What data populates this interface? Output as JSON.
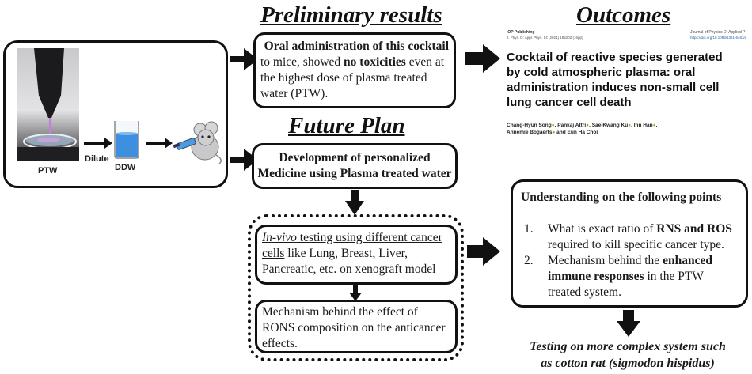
{
  "headings": {
    "preliminary": "Preliminary results",
    "future": "Future Plan",
    "outcomes": "Outcomes"
  },
  "left_panel": {
    "ptw_label": "PTW",
    "dilute_label": "Dilute",
    "ddw_label": "DDW"
  },
  "preliminary_box": {
    "line1_bold": "Oral administration of this cocktail",
    "line2_pre": "to mice, showed ",
    "line2_bold": "no toxicities",
    "line2_post": " even at",
    "line3": "the highest dose of plasma treated",
    "line4": "water (PTW)."
  },
  "future_box": {
    "line1": "Development of personalized",
    "line2": "Medicine using Plasma treated water"
  },
  "invivo_box": {
    "invivo_italic": "In-vivo",
    "line1_rest": " testing using different cancer",
    "line2_u": "cells",
    "line2_rest": " like Lung, Breast, Liver,",
    "line3": "Pancreatic, etc. on xenograft model"
  },
  "mechanism_box": {
    "line1": "Mechanism behind the effect of",
    "line2": "RONS composition on the anticancer",
    "line3": "effects."
  },
  "paper": {
    "publisher": "IOP Publishing",
    "journal": "Journal of Physics D: Applied P",
    "citation": "J. Phys. D: Appl. Phys. 54 (2021) 185202 (16pp)",
    "doi": "https://doi.org/10.1088/1361-6463/a",
    "title_l1": "Cocktail of reactive species generated",
    "title_l2": "by cold atmospheric plasma: oral",
    "title_l3": "administration induces non-small cell",
    "title_l4": "lung cancer cell death",
    "authors_l1": "Chang-Hyun Song",
    "authors_l1b": ", Pankaj Attri",
    "authors_l1c": ", Sae-Kwang Ku",
    "authors_l1d": ", Ihn Han",
    "authors_l2a": "Annemie Bogaerts",
    "authors_l2b": " and Eun Ha Choi"
  },
  "understanding_box": {
    "title": "Understanding on the following points",
    "item1_num": "1.",
    "item1_pre": "What is exact ratio of ",
    "item1_bold": "RNS and ROS",
    "item1_l2": "required to kill specific cancer type.",
    "item2_num": "2.",
    "item2_pre": "Mechanism behind the ",
    "item2_bold": "enhanced",
    "item2_l2_bold": "immune responses",
    "item2_l2_post": " in the PTW",
    "item2_l3": "treated system."
  },
  "testing": {
    "line1": "Testing on more complex system such",
    "line2": "as cotton rat (sigmodon hispidus)"
  }
}
